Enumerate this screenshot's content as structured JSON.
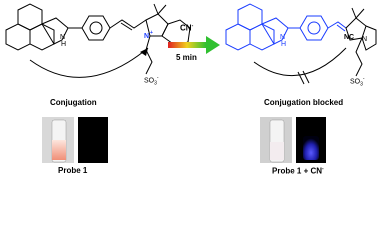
{
  "colors": {
    "left_structure": "#000000",
    "right_structure": "#1a3cff",
    "nitrogen_cationic": "#1a3cff",
    "arrow_gradient": [
      "#e02020",
      "#f0d020",
      "#30c030"
    ],
    "vial_left_tint": "#f2a18a",
    "vial_right_glow": "#3b3bff"
  },
  "reagent": {
    "label": "CN",
    "charge": "-",
    "time": "5 min"
  },
  "left": {
    "caption": "Conjugation",
    "probe_label": "Probe 1",
    "atoms": {
      "nh": "N",
      "h": "H",
      "n_plus": "N",
      "plus": "+",
      "sulfonate": "SO",
      "sulfonate_sub": "3",
      "sulfonate_charge": "-"
    }
  },
  "right": {
    "caption": "Conjugation blocked",
    "probe_label": "Probe 1 + CN",
    "probe_label_charge": "-",
    "atoms": {
      "nh": "N",
      "h": "H",
      "n": "N",
      "nc": "NC",
      "sulfonate": "SO",
      "sulfonate_sub": "3",
      "sulfonate_charge": "-"
    }
  },
  "icons": [
    "curved-conjugation-arrow-icon",
    "gradient-reaction-arrow-icon",
    "vial-photo-icon"
  ]
}
